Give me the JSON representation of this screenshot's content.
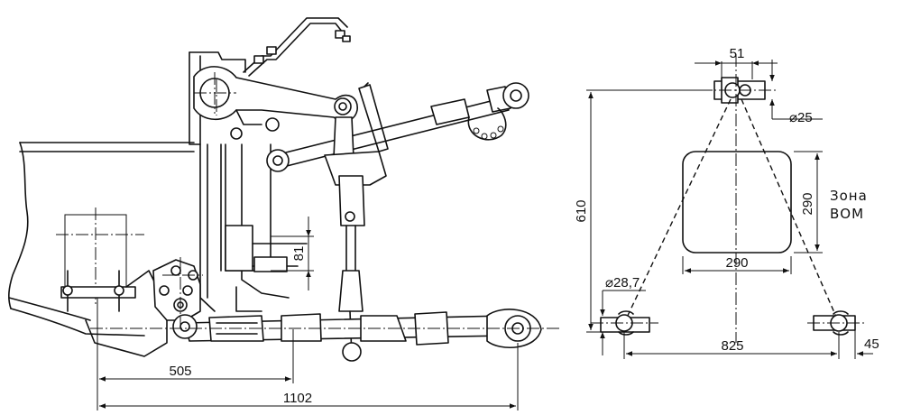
{
  "dimensions": {
    "d81": "81",
    "d505": "505",
    "d1102": "1102",
    "d51": "51",
    "d25": "⌀25",
    "d610": "610",
    "d290v": "290",
    "d290h": "290",
    "d287": "⌀28,7",
    "d825": "825",
    "d45": "45"
  },
  "labels": {
    "pto_line1": "Зона",
    "pto_line2": "ВОМ"
  }
}
